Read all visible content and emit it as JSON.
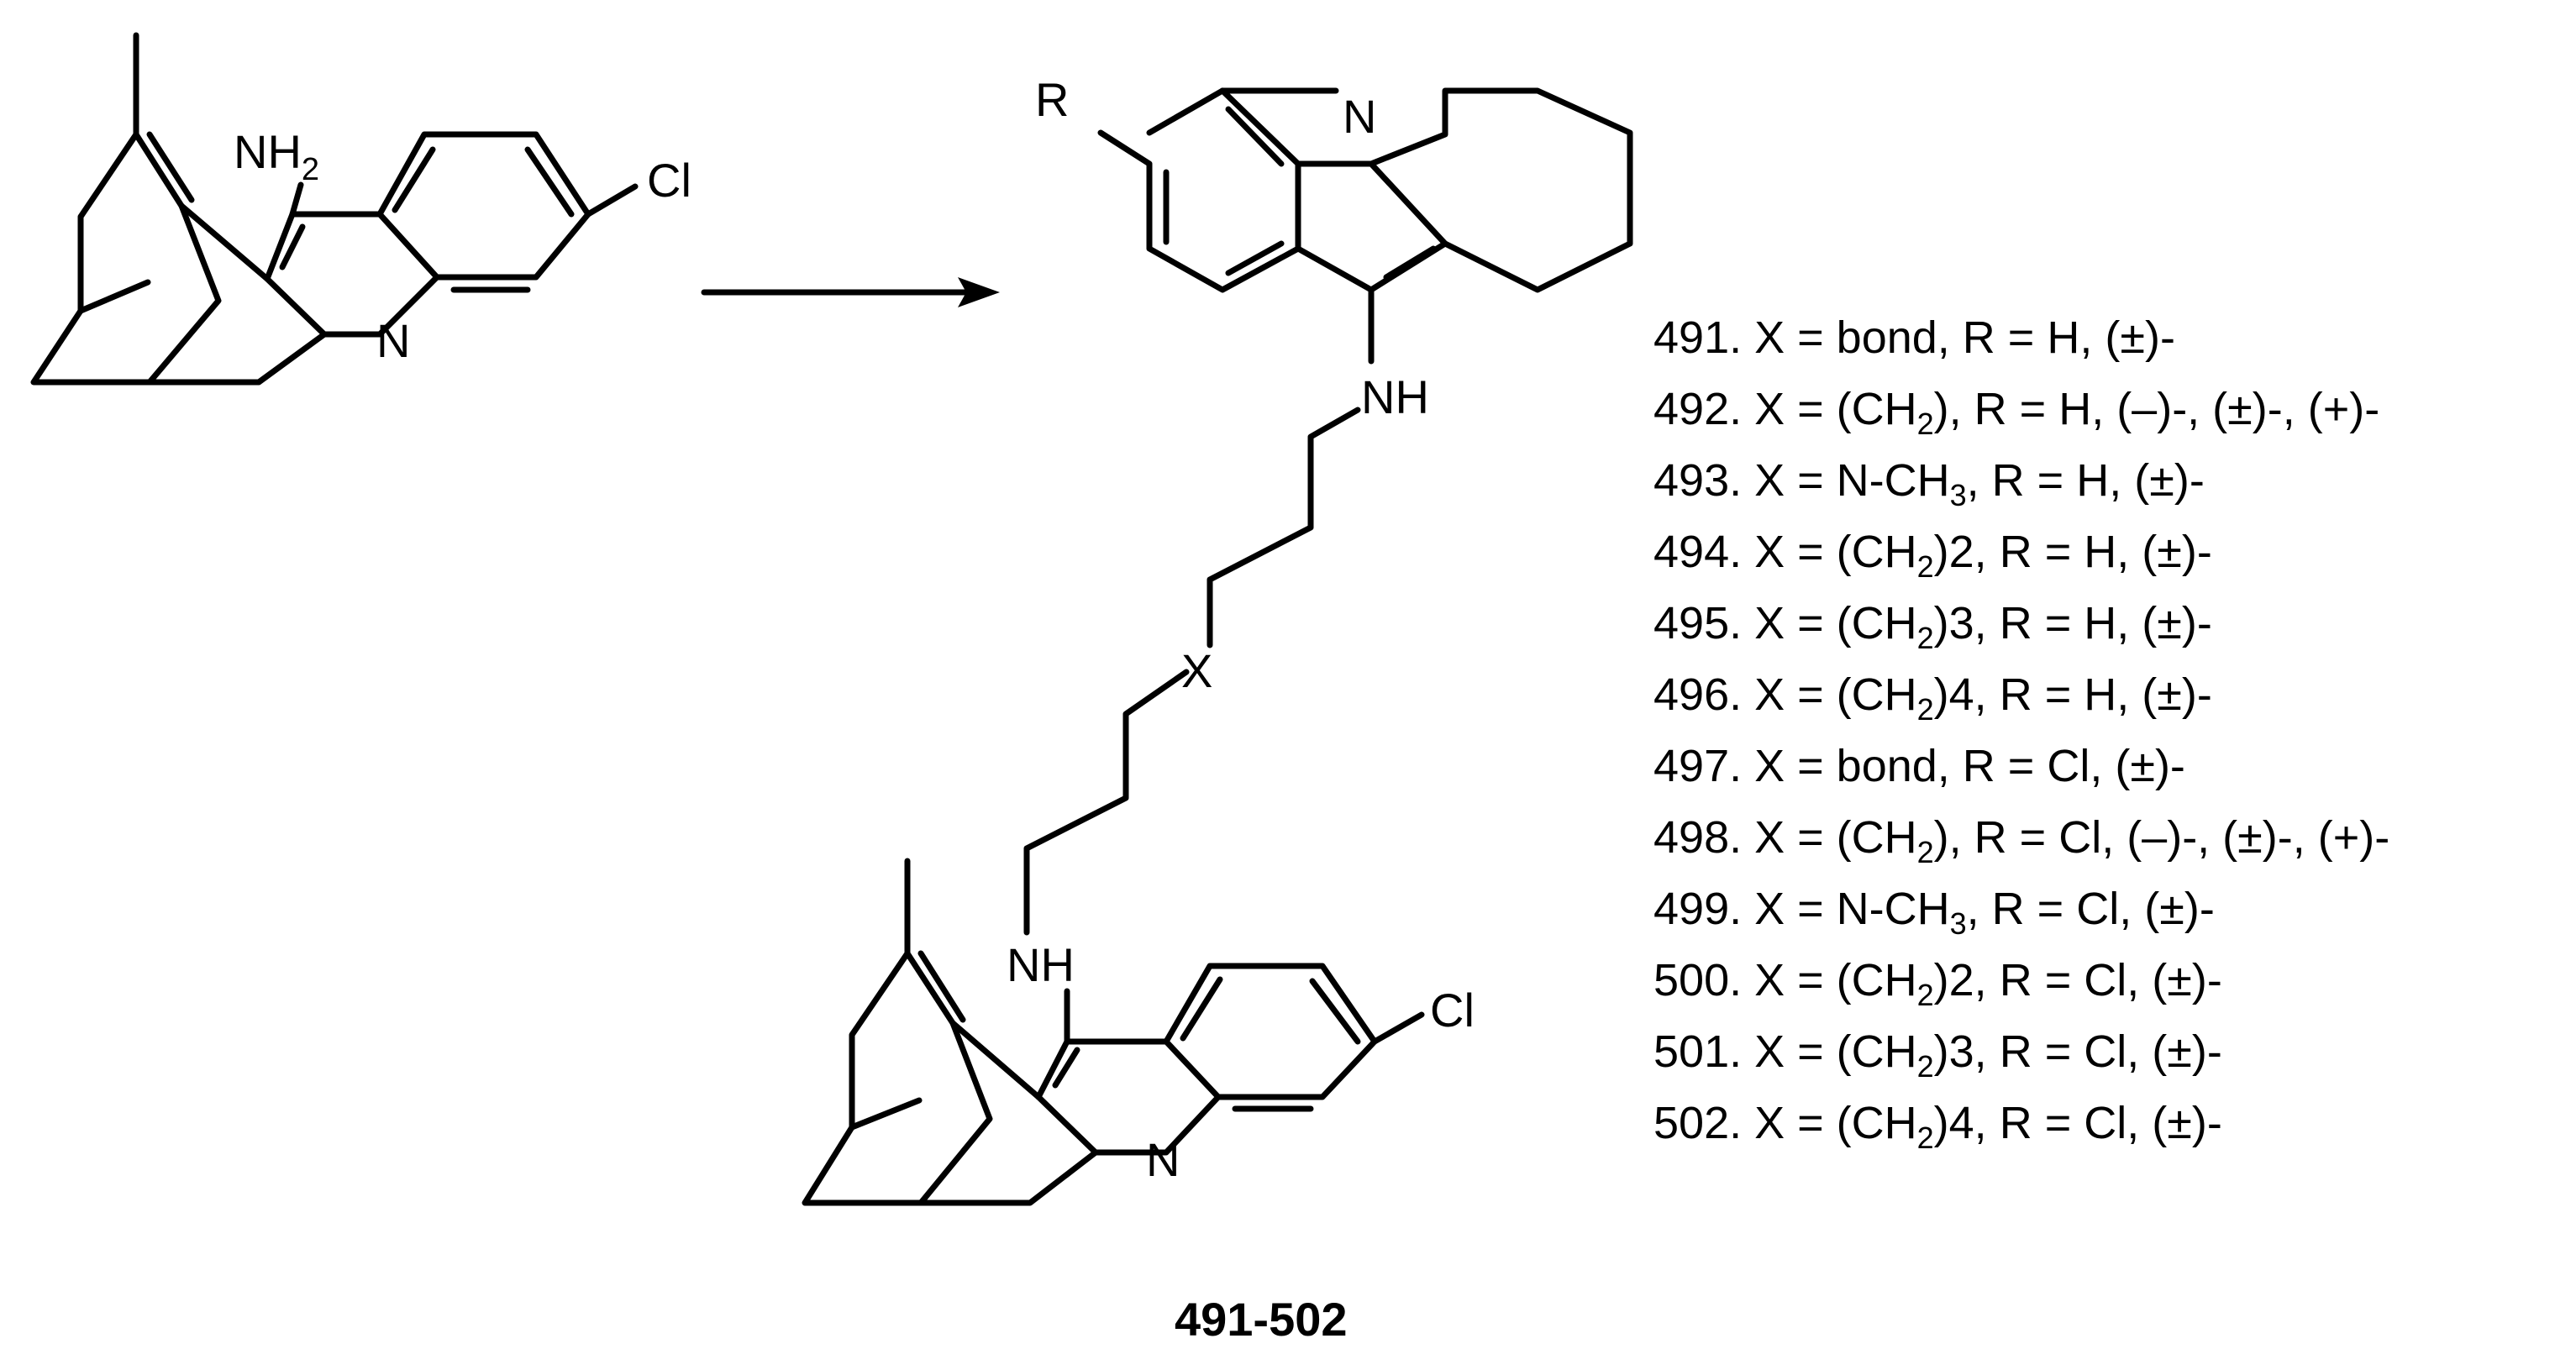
{
  "reactant": {
    "amine_label": "NH",
    "amine_sub": "2",
    "chloro_label": "Cl",
    "ring_n_label": "N"
  },
  "product": {
    "r_label": "R",
    "top_n_label": "N",
    "top_nh_label": "NH",
    "x_label": "X",
    "bottom_nh_label": "NH",
    "bottom_n_label": "N",
    "chloro_label": "Cl",
    "compound_range": "491-502"
  },
  "arrow": {
    "direction": "right"
  },
  "legend": [
    {
      "id": "491",
      "pre": "491. X = bond, R = H, (±)-",
      "sub": "",
      "post": ""
    },
    {
      "id": "492",
      "pre": "492. X = (CH",
      "sub": "2",
      "post": "), R = H, (–)-, (±)-, (+)-"
    },
    {
      "id": "493",
      "pre": "493. X = N-CH",
      "sub": "3",
      "post": ", R = H, (±)-"
    },
    {
      "id": "494",
      "pre": "494. X = (CH",
      "sub": "2",
      "post": ")2, R = H, (±)-"
    },
    {
      "id": "495",
      "pre": "495. X = (CH",
      "sub": "2",
      "post": ")3, R = H, (±)-"
    },
    {
      "id": "496",
      "pre": "496. X = (CH",
      "sub": "2",
      "post": ")4, R = H, (±)-"
    },
    {
      "id": "497",
      "pre": "497. X = bond, R = Cl, (±)-",
      "sub": "",
      "post": ""
    },
    {
      "id": "498",
      "pre": "498. X = (CH",
      "sub": "2",
      "post": "), R = Cl,  (–)-, (±)-, (+)-"
    },
    {
      "id": "499",
      "pre": "499. X = N-CH",
      "sub": "3",
      "post": ", R = Cl, (±)-"
    },
    {
      "id": "500",
      "pre": "500. X = (CH",
      "sub": "2",
      "post": ")2, R = Cl, (±)-"
    },
    {
      "id": "501",
      "pre": "501. X = (CH",
      "sub": "2",
      "post": ")3, R = Cl, (±)-"
    },
    {
      "id": "502",
      "pre": "502. X = (CH",
      "sub": "2",
      "post": ")4,  R = Cl, (±)-"
    }
  ]
}
